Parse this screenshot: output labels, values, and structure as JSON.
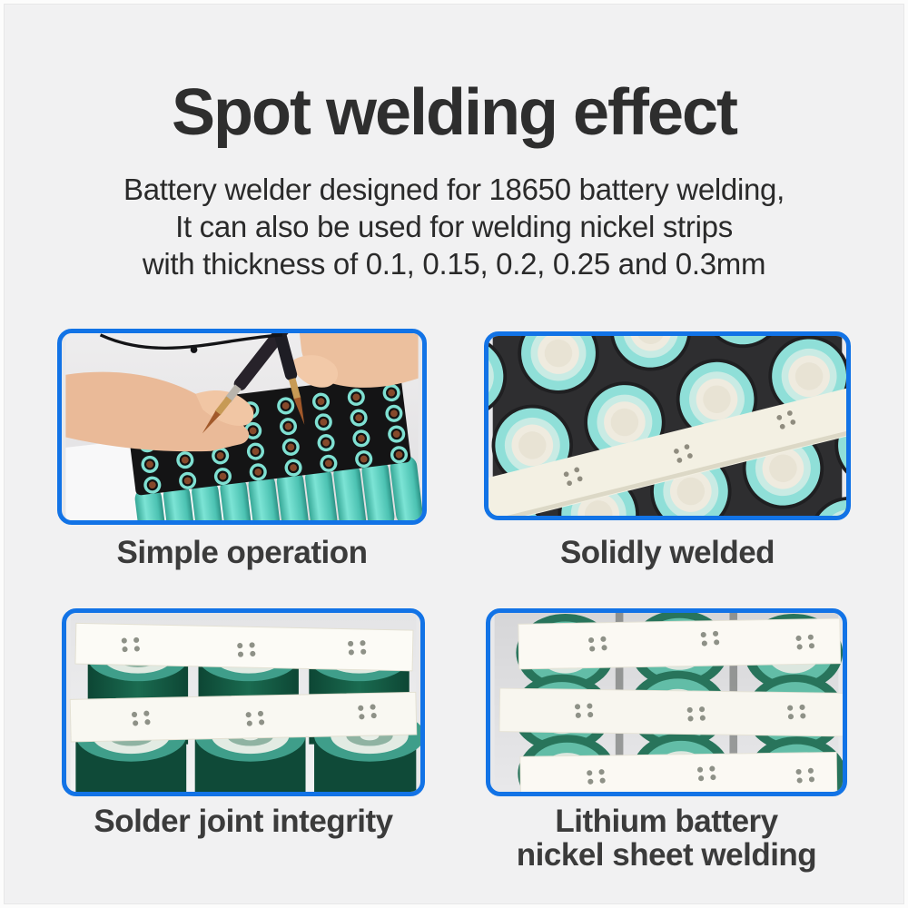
{
  "colors": {
    "page_background": "#f1f1f2",
    "accent_blue_border": "#1273e6",
    "title_text": "#2e2e2e",
    "body_text": "#2a2a2a",
    "caption_text": "#3b3b3b"
  },
  "header": {
    "title": "Spot welding effect",
    "subtitle_line1": "Battery welder designed for 18650 battery welding,",
    "subtitle_line2": "It can also be used for welding nickel strips",
    "subtitle_line3": "with thickness of 0.1, 0.15, 0.2, 0.25 and 0.3mm"
  },
  "panels": {
    "simple_operation": {
      "caption": "Simple operation",
      "photo": "hands-spot-welding-18650-battery-pack"
    },
    "solidly_welded": {
      "caption": "Solidly welded",
      "photo": "nickel-strip-welded-on-battery-pack-top"
    },
    "solder_joint": {
      "caption": "Solder joint integrity",
      "photo": "two-nickel-strips-on-green-cells"
    },
    "lithium_welding": {
      "caption_line1": "Lithium battery",
      "caption_line2": "nickel sheet welding",
      "photo": "three-nickel-strips-on-green-cells-top"
    }
  }
}
